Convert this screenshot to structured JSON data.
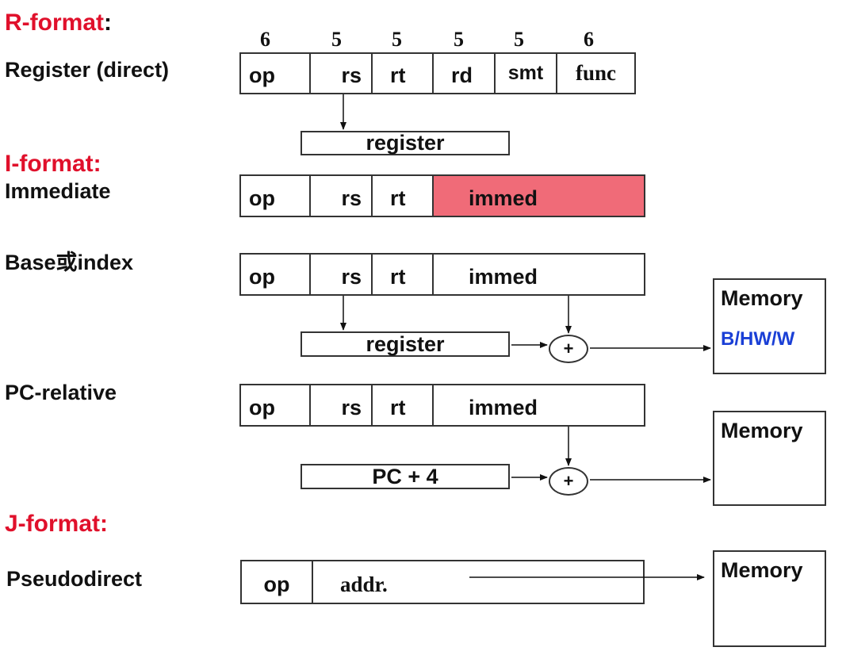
{
  "r_format": {
    "title": "R-format",
    "colon": ":",
    "mode": "Register (direct)",
    "bits": [
      "6",
      "5",
      "5",
      "5",
      "5",
      "6"
    ],
    "fields": [
      "op",
      "rs",
      "rt",
      "rd",
      "smt",
      "func"
    ],
    "register_label": "register"
  },
  "i_format": {
    "title": "I-format:",
    "immediate": {
      "mode": "Immediate",
      "fields": [
        "op",
        "rs",
        "rt",
        "immed"
      ],
      "highlight_color": "#f06b78"
    },
    "base_index": {
      "mode": "Base或index",
      "fields": [
        "op",
        "rs",
        "rt",
        "immed"
      ],
      "register_label": "register",
      "adder_label": "+",
      "memory_label": "Memory",
      "memory_sub": "B/HW/W"
    },
    "pc_relative": {
      "mode": "PC-relative",
      "fields": [
        "op",
        "rs",
        "rt",
        "immed"
      ],
      "pc_label": "PC + 4",
      "adder_label": "+",
      "memory_label": "Memory"
    }
  },
  "j_format": {
    "title": "J-format:",
    "mode": "Pseudodirect",
    "fields": [
      "op",
      "addr."
    ],
    "memory_label": "Memory"
  }
}
